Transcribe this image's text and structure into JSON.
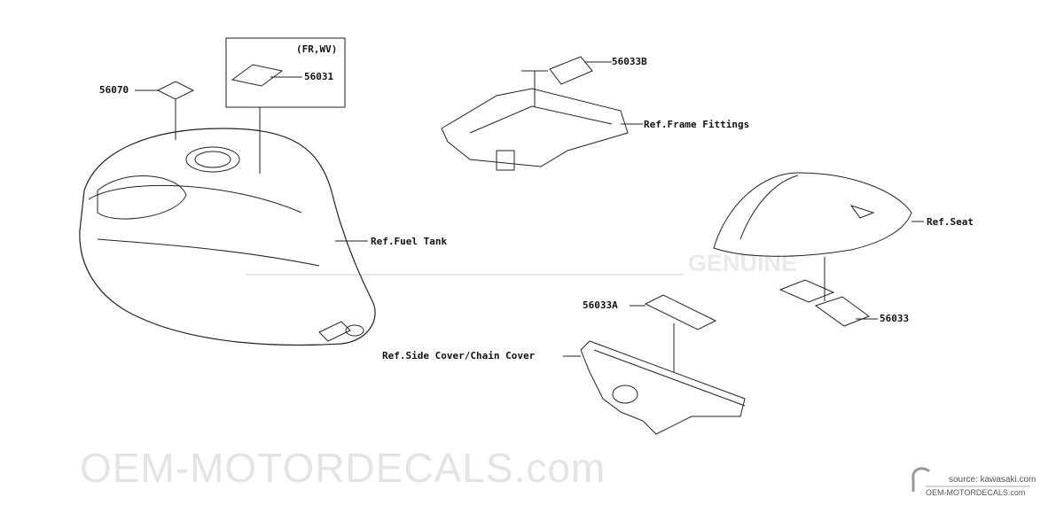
{
  "watermark": {
    "main": "OEM-MOTORDECALS.com",
    "genuine": "GENUINE"
  },
  "labels": {
    "p56070": "56070",
    "p56031": "56031",
    "variant": "(FR,WV)",
    "p56033B": "56033B",
    "frame": "Ref.Frame Fittings",
    "fuel_tank": "Ref.Fuel Tank",
    "seat": "Ref.Seat",
    "p56033A": "56033A",
    "p56033": "56033",
    "side_cover": "Ref.Side Cover/Chain Cover"
  },
  "credit": {
    "source": "source: kawasaki.com",
    "site": "OEM-MOTORDECALS.com"
  }
}
